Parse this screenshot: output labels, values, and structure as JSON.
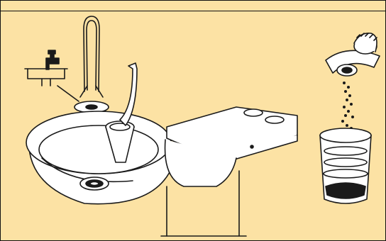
{
  "figure": {
    "domain": "dental-unit-maintenance",
    "background_color": "#fce2a4",
    "line_color": "#1a1a1a",
    "fill_color": "#ffffff",
    "icons": [
      "faucet-icon",
      "basin-filter-tray-icon"
    ],
    "scenes": [
      "spittoon-filter-removal",
      "filter-emptying-into-container"
    ]
  }
}
